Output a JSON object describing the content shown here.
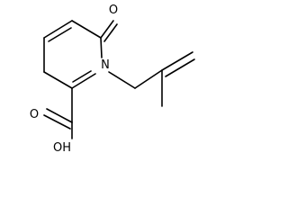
{
  "structure": {
    "type": "chemical-structure",
    "atom_labels": {
      "oxygen_carbonyl": "O",
      "nitrogen": "N",
      "oxygen_carboxyl": "O",
      "hydroxyl": "OH"
    },
    "colors": {
      "bond": "#000000",
      "label": "#000000",
      "background": "#ffffff"
    }
  }
}
